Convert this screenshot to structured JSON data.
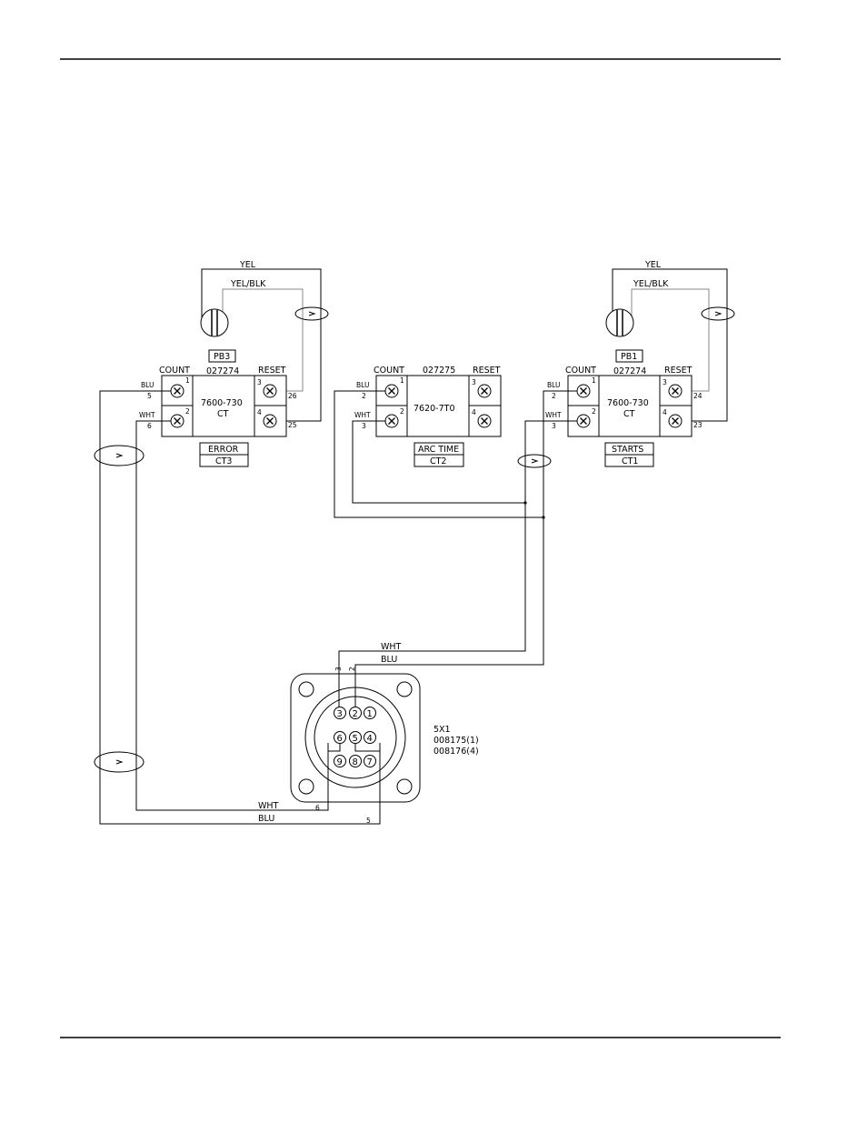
{
  "ct3": {
    "pb": "PB3",
    "part": "027274",
    "count": "COUNT",
    "reset": "RESET",
    "model": "7600-730",
    "ct": "CT",
    "name": "ERROR",
    "tag": "CT3",
    "yel": "YEL",
    "yelblk": "YEL/BLK",
    "blu": "BLU",
    "wht": "WHT",
    "wire_blu": "5",
    "wire_wht": "6",
    "wire_r1": "26",
    "wire_r2": "25",
    "t1": "1",
    "t2": "2",
    "t3": "3",
    "t4": "4"
  },
  "ct2": {
    "part": "027275",
    "count": "COUNT",
    "reset": "RESET",
    "model": "7620-7T0",
    "name": "ARC TIME",
    "tag": "CT2",
    "blu": "BLU",
    "wht": "WHT",
    "wire_blu": "2",
    "wire_wht": "3",
    "t1": "1",
    "t2": "2",
    "t3": "3",
    "t4": "4"
  },
  "ct1": {
    "pb": "PB1",
    "part": "027274",
    "count": "COUNT",
    "reset": "RESET",
    "model": "7600-730",
    "ct": "CT",
    "name": "STARTS",
    "tag": "CT1",
    "yel": "YEL",
    "yelblk": "YEL/BLK",
    "blu": "BLU",
    "wht": "WHT",
    "wire_blu": "2",
    "wire_wht": "3",
    "wire_r1": "24",
    "wire_r2": "23",
    "t1": "1",
    "t2": "2",
    "t3": "3",
    "t4": "4"
  },
  "connector": {
    "name": "5X1",
    "part1": "008175(1)",
    "part2": "008176(4)",
    "pins": [
      "3",
      "2",
      "1",
      "6",
      "5",
      "4",
      "9",
      "8",
      "7"
    ],
    "top_wht": "WHT",
    "top_blu": "BLU",
    "top_3": "3",
    "top_2": "2",
    "bot_wht": "WHT",
    "bot_blu": "BLU",
    "bot_6": "6",
    "bot_5": "5"
  }
}
